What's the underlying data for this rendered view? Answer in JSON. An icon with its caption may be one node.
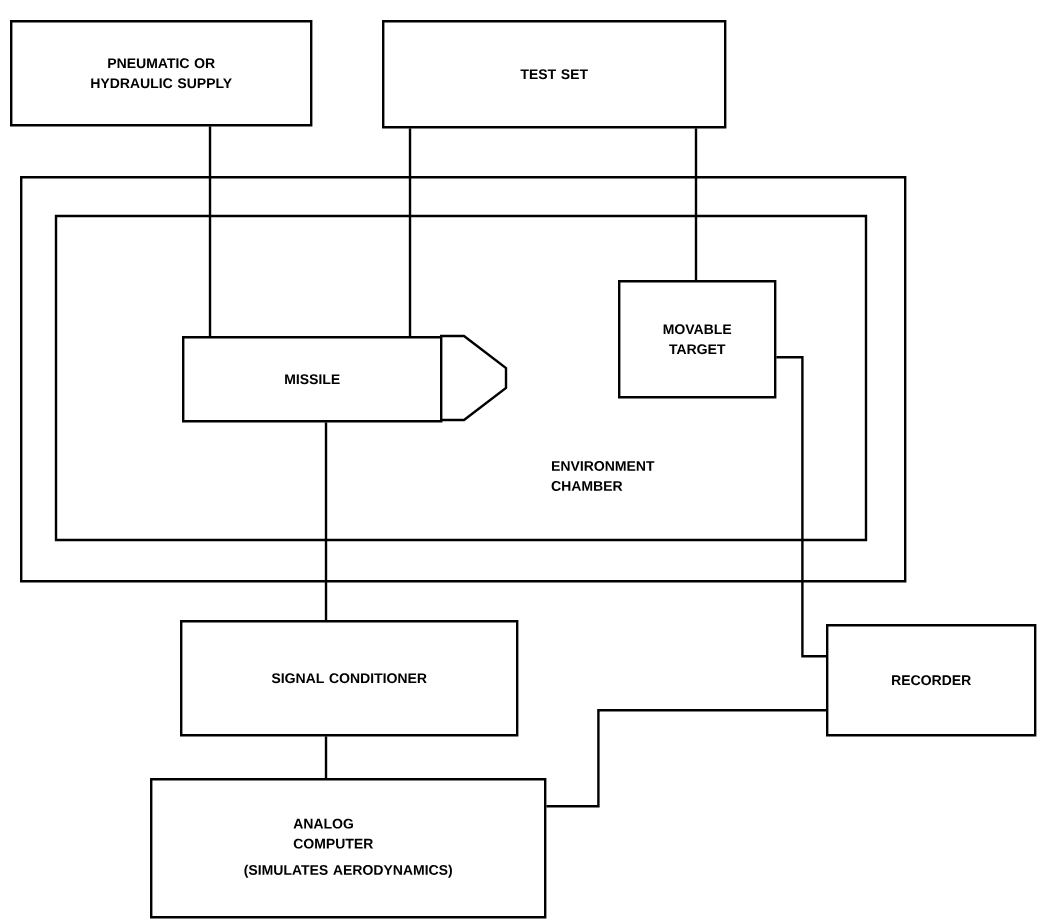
{
  "diagram": {
    "nodes": [
      {
        "text": [
          "PNEUMATIC OR HYDRAULIC SUPPLY"
        ]
      },
      {
        "text": [
          "TEST SET"
        ]
      },
      {
        "text": [
          "ENVIRONMENT CHAMBER"
        ]
      },
      {
        "text": [
          "MISSILE"
        ],
        "in": 2
      },
      {
        "text": [
          "MOVABLE TARGET"
        ],
        "in": 2
      },
      {
        "text": [
          "SIGNAL CONDITIONER"
        ]
      },
      {
        "text": [
          "RECORDER"
        ]
      },
      {
        "text": [
          "ANALOG COMPUTER",
          "(SIMULATES AERODYNAMICS)"
        ]
      }
    ],
    "edges": [
      {
        "from": 0,
        "to": 3,
        "arrow": "none"
      },
      {
        "from": 1,
        "to": 3,
        "arrow": "none"
      },
      {
        "from": 1,
        "to": 4,
        "arrow": "none"
      },
      {
        "from": 3,
        "to": 5,
        "arrow": "none"
      },
      {
        "from": 4,
        "to": 6,
        "arrow": "none"
      },
      {
        "from": 5,
        "to": 7,
        "arrow": "none"
      },
      {
        "from": 7,
        "to": 6,
        "arrow": "none"
      }
    ]
  }
}
